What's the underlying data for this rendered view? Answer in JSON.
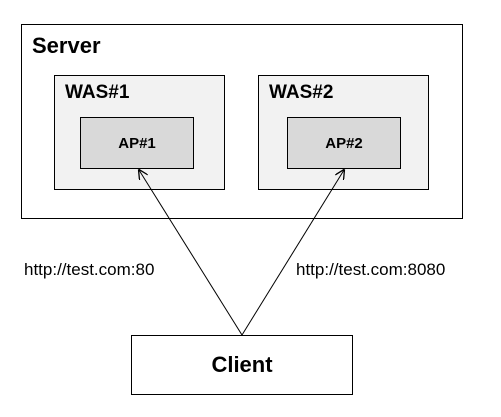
{
  "server": {
    "title": "Server"
  },
  "was": [
    {
      "title": "WAS#1",
      "ap": "AP#1"
    },
    {
      "title": "WAS#2",
      "ap": "AP#2"
    }
  ],
  "client": {
    "label": "Client"
  },
  "connections": [
    {
      "url": "http://test.com:80"
    },
    {
      "url": "http://test.com:8080"
    }
  ]
}
